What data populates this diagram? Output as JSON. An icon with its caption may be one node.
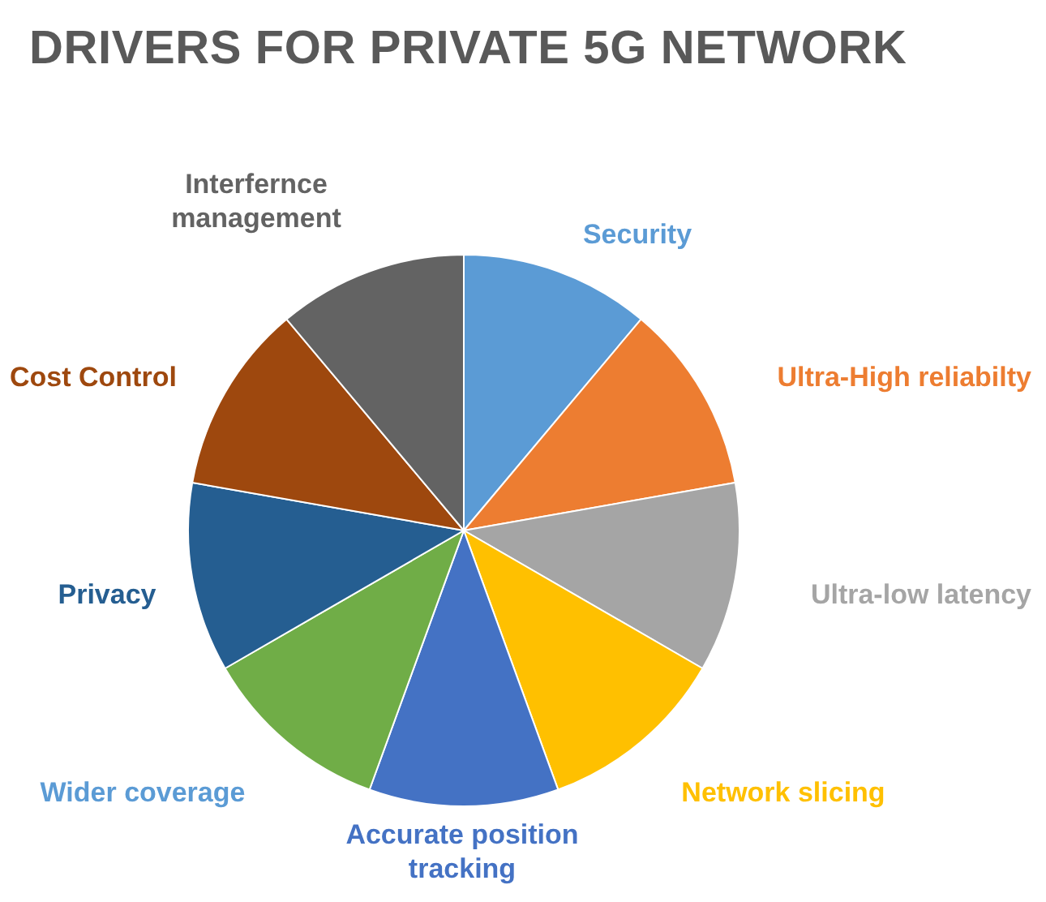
{
  "diagram": {
    "title": "DRIVERS FOR PRIVATE 5G NETWORK",
    "labels": [
      "Security",
      "Ultra-High reliabilty",
      "Ultra-low latency",
      "Network slicing",
      "Accurate position tracking",
      "Wider coverage",
      "Privacy",
      "Cost Control",
      "Interfernce management"
    ]
  }
}
